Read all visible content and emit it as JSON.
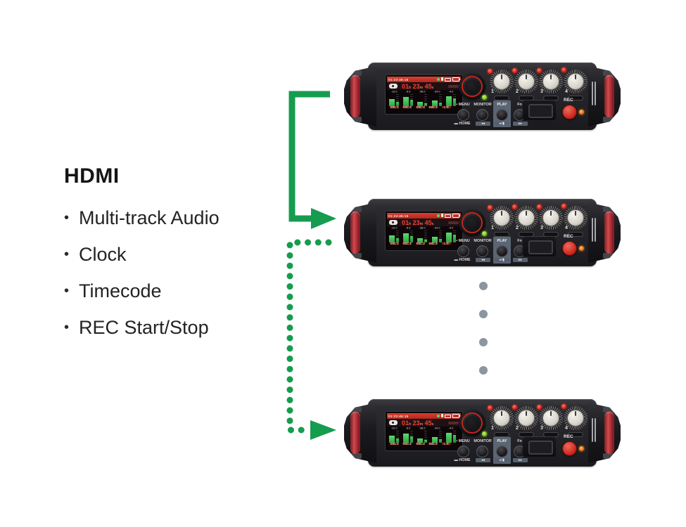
{
  "info_panel": {
    "title": "HDMI",
    "bullet": "•",
    "items": [
      "Multi-track Audio",
      "Clock",
      "Timecode",
      "REC Start/Stop"
    ]
  },
  "connection": {
    "arrow_color": "#169C4E",
    "ellipsis_color": "#8C96A0"
  },
  "device": {
    "screen": {
      "timecode": "01:23:45:15",
      "rec_time": [
        {
          "v": "01",
          "u": "h"
        },
        {
          "v": "23",
          "u": "m"
        },
        {
          "v": "45",
          "u": "s"
        }
      ],
      "meters": [
        {
          "db": "-12.0",
          "label": "MIC 1",
          "main": 58,
          "sub": 34
        },
        {
          "db": "-6.0",
          "label": "MIC 2",
          "main": 74,
          "sub": 52
        },
        {
          "db": "-36.0",
          "label": "MIC 3",
          "main": 36,
          "sub": 22
        },
        {
          "db": "-24.0",
          "label": "MIC 4",
          "main": 50,
          "sub": 30
        },
        {
          "db": "-4.0",
          "label": "L  R",
          "main": 82,
          "sub": 64
        }
      ]
    },
    "knobs": [
      "1",
      "2",
      "3",
      "4"
    ],
    "buttons": {
      "menu_prefix": "▪",
      "menu": "MENU",
      "monitor": "MONITOR",
      "play": "PLAY",
      "fn": "Fn",
      "home_prefix": "▬",
      "home": "HOME",
      "rec": "REC"
    },
    "transport": [
      "◂◂",
      "▸/▮",
      "▸▸"
    ]
  }
}
